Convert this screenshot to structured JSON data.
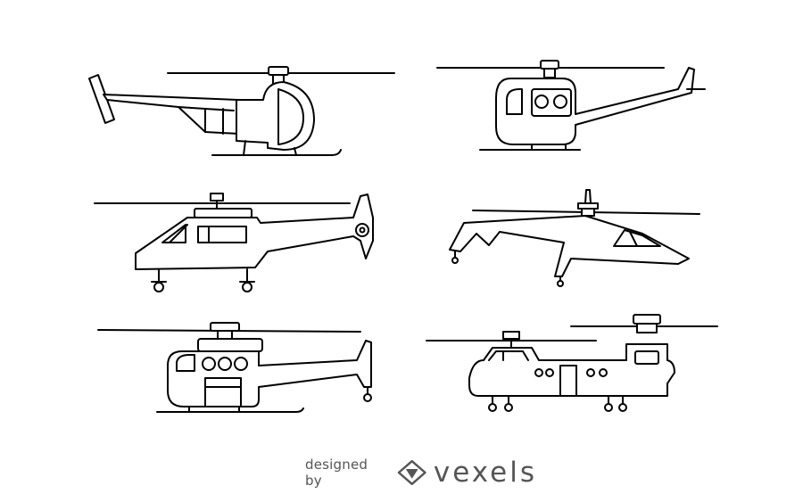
{
  "colors": {
    "line": "#000000",
    "background": "#ffffff",
    "watermark": "#555555"
  },
  "helicopters": [
    {
      "id": "light-bubble",
      "icon": "helicopter-light-icon"
    },
    {
      "id": "utility-rounded",
      "icon": "helicopter-rounded-icon"
    },
    {
      "id": "passenger-wheeled",
      "icon": "helicopter-wheeled-icon"
    },
    {
      "id": "attack",
      "icon": "helicopter-attack-icon"
    },
    {
      "id": "transport-windows",
      "icon": "helicopter-transport-icon"
    },
    {
      "id": "tandem-rotor",
      "icon": "helicopter-tandem-icon"
    }
  ],
  "watermark": {
    "prefix": "designed by",
    "brand": "vexels",
    "logo_icon": "vexels-diamond-logo-icon"
  }
}
